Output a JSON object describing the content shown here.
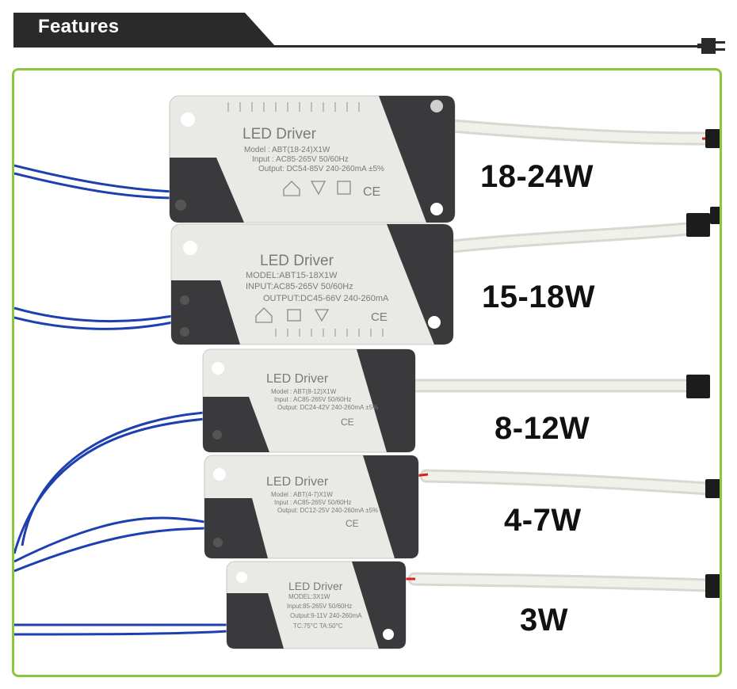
{
  "header": {
    "title": "Features"
  },
  "colors": {
    "header_bg": "#2a2a2a",
    "frame_border": "#8cc63f",
    "wire_blue": "#1e3fb0",
    "cable_white": "#efefe8",
    "case_dark": "#3a3a3c",
    "case_light": "#e8e8e6"
  },
  "products": [
    {
      "wattage": "18-24W",
      "brand": "LED Driver",
      "lines": [
        "Model : ABT(18-24)X1W",
        "Input : AC85-265V 50/60Hz",
        "Output: DC54-85V 240-260mA ±5%"
      ]
    },
    {
      "wattage": "15-18W",
      "brand": "LED Driver",
      "lines": [
        "MODEL:ABT15-18X1W",
        "INPUT:AC85-265V 50/60Hz",
        "OUTPUT:DC45-66V 240-260mA"
      ]
    },
    {
      "wattage": "8-12W",
      "brand": "LED Driver",
      "lines": [
        "Model : ABT(8-12)X1W",
        "Input : AC85-265V 50/60Hz",
        "Output: DC24-42V 240-260mA ±5%"
      ]
    },
    {
      "wattage": "4-7W",
      "brand": "LED Driver",
      "lines": [
        "Model : ABT(4-7)X1W",
        "Input : AC85-265V 50/60Hz",
        "Output: DC12-25V 240-260mA ±5%"
      ]
    },
    {
      "wattage": "3W",
      "brand": "LED Driver",
      "lines": [
        "MODEL:3X1W",
        "Input:85-265V 50/60Hz",
        "Output:9-11V 240-260mA",
        "TC:75°C TA:50°C"
      ]
    }
  ]
}
